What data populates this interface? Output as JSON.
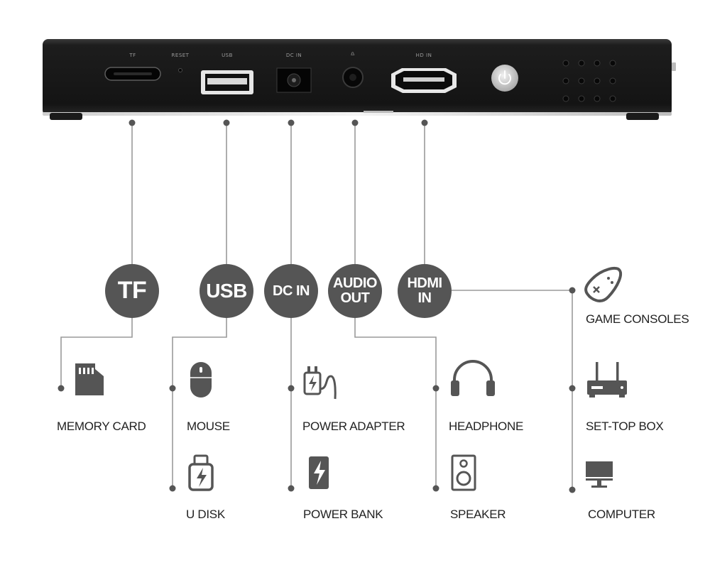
{
  "device": {
    "port_labels": {
      "tf": "TF",
      "reset": "RESET",
      "usb": "USB",
      "dc_in": "DC IN",
      "audio": "♎",
      "hd_in": "HD IN"
    }
  },
  "ports": {
    "tf": "TF",
    "usb": "USB",
    "dc_in": "DC IN",
    "audio_out": "AUDIO\nOUT",
    "hdmi_in": "HDMI\nIN"
  },
  "devices": {
    "memory_card": "MEMORY CARD",
    "mouse": "MOUSE",
    "u_disk": "U DISK",
    "power_adapter": "POWER ADAPTER",
    "power_bank": "POWER BANK",
    "headphone": "HEADPHONE",
    "speaker": "SPEAKER",
    "game_consoles": "GAME CONSOLES",
    "set_top_box": "SET-TOP BOX",
    "computer": "COMPUTER"
  },
  "colors": {
    "device_body": "#1b1b1b",
    "port_circle": "#555555",
    "connector_line": "#9a9a9a",
    "icon": "#555555"
  }
}
